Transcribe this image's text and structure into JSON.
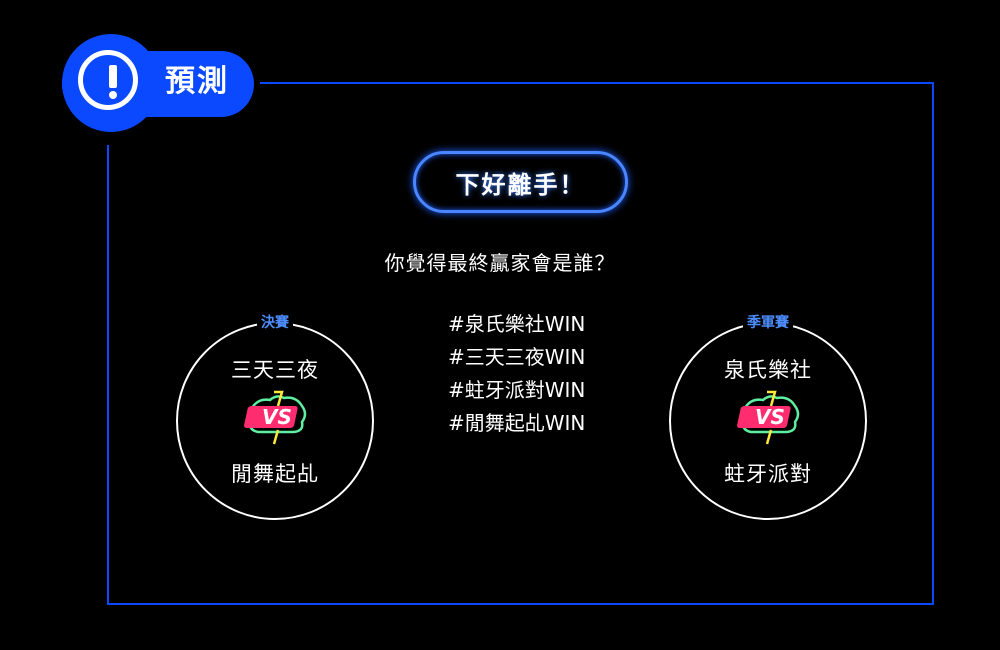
{
  "badge": {
    "icon": "exclamation-icon",
    "title": "預測",
    "color": "#0a49ff"
  },
  "cta": {
    "label": "下好離手！",
    "border_color": "#4a86ff"
  },
  "question": "你覺得最終贏家會是誰？",
  "hashtags": [
    "#泉氏樂社WIN",
    "#三天三夜WIN",
    "#蛀牙派對WIN",
    "#閒舞起乩WIN"
  ],
  "matches": [
    {
      "stage": "決賽",
      "team_a": "三天三夜",
      "team_b": "閒舞起乩",
      "vs_text": "VS"
    },
    {
      "stage": "季軍賽",
      "team_a": "泉氏樂社",
      "team_b": "蛀牙派對",
      "vs_text": "VS"
    }
  ],
  "colors": {
    "accent": "#0a49ff",
    "stage_label": "#4d8dff",
    "vs_pink": "#ff2d6f",
    "vs_green": "#5ef0a0",
    "vs_yellow": "#ffe93b"
  }
}
